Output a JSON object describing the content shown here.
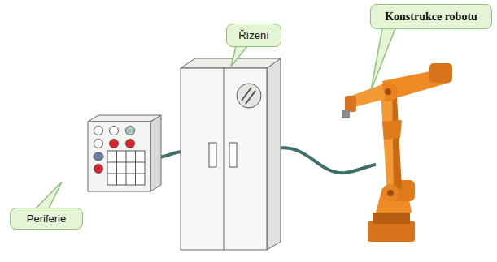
{
  "diagram": {
    "nodes": [
      {
        "text": [
          "Konstrukce robotu"
        ]
      },
      {
        "text": [
          "Řízení"
        ]
      },
      {
        "text": [
          "Periferie"
        ]
      }
    ]
  }
}
